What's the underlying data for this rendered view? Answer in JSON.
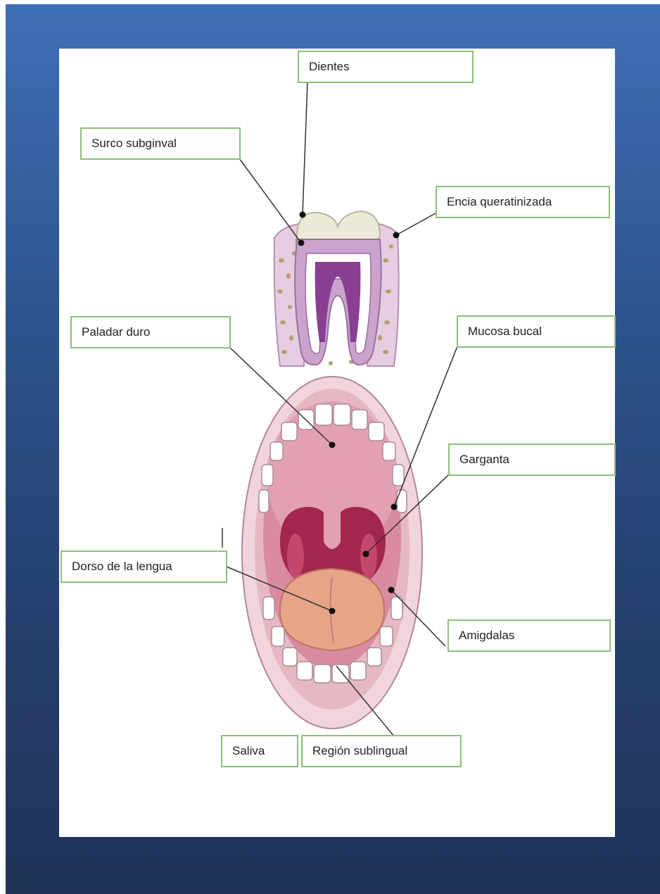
{
  "colors": {
    "background": "#2e548e",
    "card": "#ffffff",
    "label_border": "#8cc07a",
    "leader_line": "#333333"
  },
  "labels": {
    "dientes": "Dientes",
    "surco_subgingival": "Surco subginval",
    "encia_queratinizada": "Encia queratinizada",
    "paladar_duro": "Paladar duro",
    "mucosa_bucal": "Mucosa bucal",
    "garganta": "Garganta",
    "dorso_lengua": "Dorso de la lengua",
    "amigdalas": "Amigdalas",
    "saliva": "Saliva",
    "region_sublingual": "Región sublingual"
  }
}
